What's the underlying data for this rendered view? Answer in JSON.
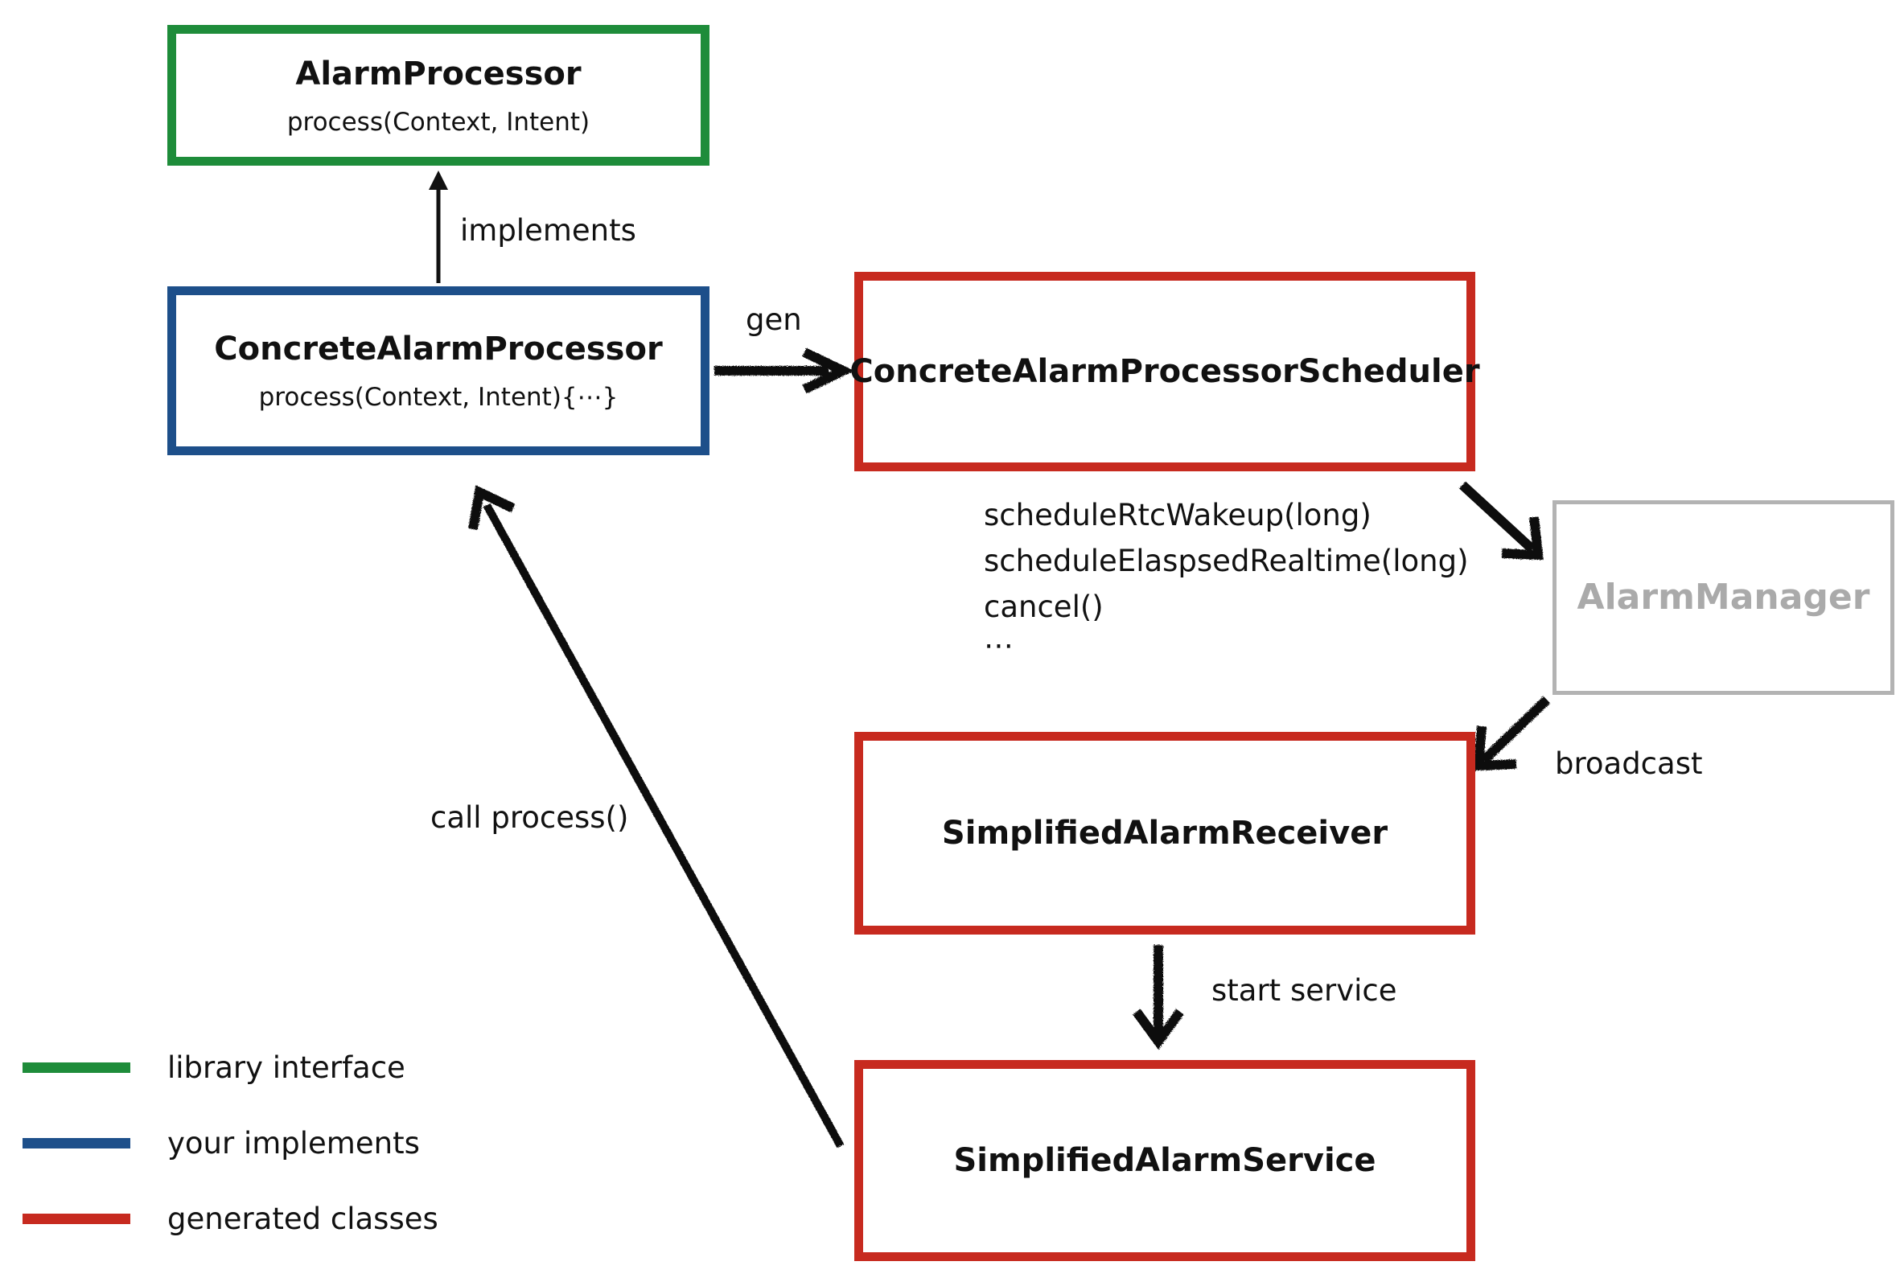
{
  "colors": {
    "library_interface": "#1e8c3a",
    "your_implements": "#1d4f8a",
    "generated_classes": "#c72a1f",
    "system_component": "#b3b3b3"
  },
  "nodes": {
    "alarm_processor": {
      "title": "AlarmProcessor",
      "method": "process(Context, Intent)"
    },
    "concrete_alarm_processor": {
      "title": "ConcreteAlarmProcessor",
      "method": "process(Context, Intent){⋯}"
    },
    "concrete_scheduler": {
      "title": "ConcreteAlarmProcessorScheduler"
    },
    "alarm_manager": {
      "title": "AlarmManager"
    },
    "simplified_receiver": {
      "title": "SimplifiedAlarmReceiver"
    },
    "simplified_service": {
      "title": "SimplifiedAlarmService"
    }
  },
  "scheduler_methods": [
    "scheduleRtcWakeup(long)",
    "scheduleElaspsedRealtime(long)",
    "cancel()",
    "⋯"
  ],
  "edges": {
    "implements": "implements",
    "gen": "gen",
    "broadcast": "broadcast",
    "start_service": "start service",
    "call_process": "call process()"
  },
  "legend": [
    {
      "label": "library interface",
      "color": "#1e8c3a"
    },
    {
      "label": "your implements",
      "color": "#1d4f8a"
    },
    {
      "label": "generated classes",
      "color": "#c72a1f"
    }
  ]
}
